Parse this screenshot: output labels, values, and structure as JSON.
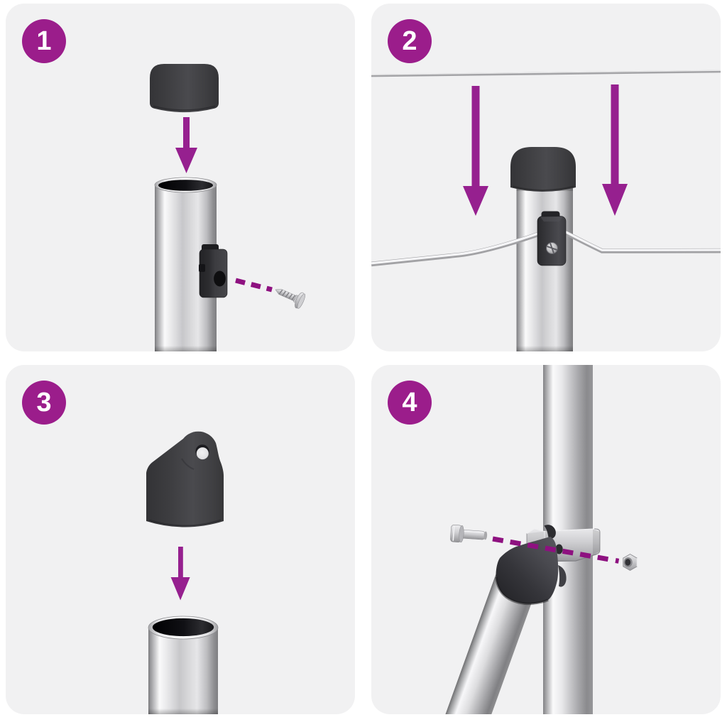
{
  "figure": {
    "kind": "assembly-instruction-diagram",
    "subject": "fence-post-fittings",
    "layout": "2x2-grid",
    "steps": [
      {
        "number": "1",
        "parts": [
          "round-post-cap",
          "down-arrow",
          "open-top-post",
          "wire-holder-bracket",
          "self-tapping-screw",
          "dashed-guide-line"
        ]
      },
      {
        "number": "2",
        "parts": [
          "straight-tension-wire",
          "down-arrow-left",
          "down-arrow-right",
          "capped-post",
          "wire-tension-clamp",
          "clamp-screw",
          "routed-tension-wire"
        ]
      },
      {
        "number": "3",
        "parts": [
          "eyelet-post-cap",
          "down-arrow",
          "open-top-post"
        ]
      },
      {
        "number": "4",
        "parts": [
          "upright-post",
          "brace-saddle-clamp",
          "brace-end-boot",
          "diagonal-brace-tube",
          "hex-bolt",
          "hex-nut",
          "dashed-guide-line"
        ]
      }
    ]
  },
  "colors": {
    "page_bg": "#ffffff",
    "panel_bg": "#f1f1f2",
    "badge": "#9b1d8b",
    "badge_text": "#ffffff",
    "arrow": "#96208f",
    "dash": "#8e1180"
  }
}
